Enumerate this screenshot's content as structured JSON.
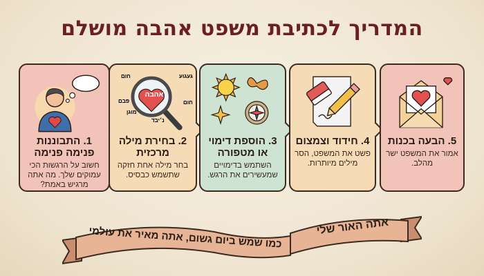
{
  "title": "המדריך לכתיבת משפט אהבה מושלם",
  "colors": {
    "title": "#6a1f22",
    "pink": "#f2c3b8",
    "peach": "#f6dcb6",
    "mint": "#cfe3d3",
    "border": "#3b2a22",
    "ribbon": "#e7b595"
  },
  "steps": [
    {
      "title": "1. התבוננות פנימה פנימה",
      "body": "חשוב על הרגשות הכי עמוקים שלך. מה אתה מרגיש באמת?",
      "icon": "person-heart-thought-icon"
    },
    {
      "title": "2. בחירת מילה מרכזית",
      "body": "בחר מילה אחת חזקה שתשמש כבסיס.",
      "icon": "magnifier-heart-icon",
      "words": {
        "center": "אהבה",
        "around": [
          "געגוע",
          "חום",
          "חום",
          "פבם",
          "מוגן",
          "נ׳יבד"
        ]
      }
    },
    {
      "title": "3. הוספת דימוי או מטפורה",
      "body": "השתמש בדימויים שמעשירים את הרגש.",
      "icon": "sun-butterfly-compass-icon"
    },
    {
      "title": "4. חידוד וצמצום",
      "body": "פשט את המשפט, הסר מילים מיותרות.",
      "icon": "pencil-eraser-icon"
    },
    {
      "title": "5. הבעה בכנות",
      "body": "אמור את המשפט ישר מהלב.",
      "icon": "envelope-heart-icon"
    }
  ],
  "ribbon": {
    "line1": "אתה האור שלי",
    "line2": "כמו שמש ביום גשום, אתה מאיר את עולמי"
  }
}
